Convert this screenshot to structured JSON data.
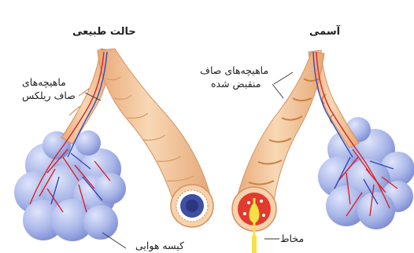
{
  "labels": {
    "normal_title": "حالت طبیعی",
    "asthma_title": "آسمی",
    "relaxed_muscle_line1": "ماهیچه‌های",
    "relaxed_muscle_line2": "صاف ریلکس",
    "contracted_muscle_line1": "ماهیچه‌های صاف",
    "contracted_muscle_line2": "منقبض شده",
    "mucus": "مخاط",
    "air_sac": "کیسه هوایی"
  },
  "colors": {
    "airway_tan": "#f4c79a",
    "airway_shade": "#e6a877",
    "alveoli_blue": "#a9b6e8",
    "vessel_red": "#d8242a",
    "vessel_blue": "#3a48b8",
    "mucus_yellow": "#f5e04a",
    "lumen_dark_blue": "#3f4fa3",
    "inflamed_red": "#e23a2e"
  }
}
